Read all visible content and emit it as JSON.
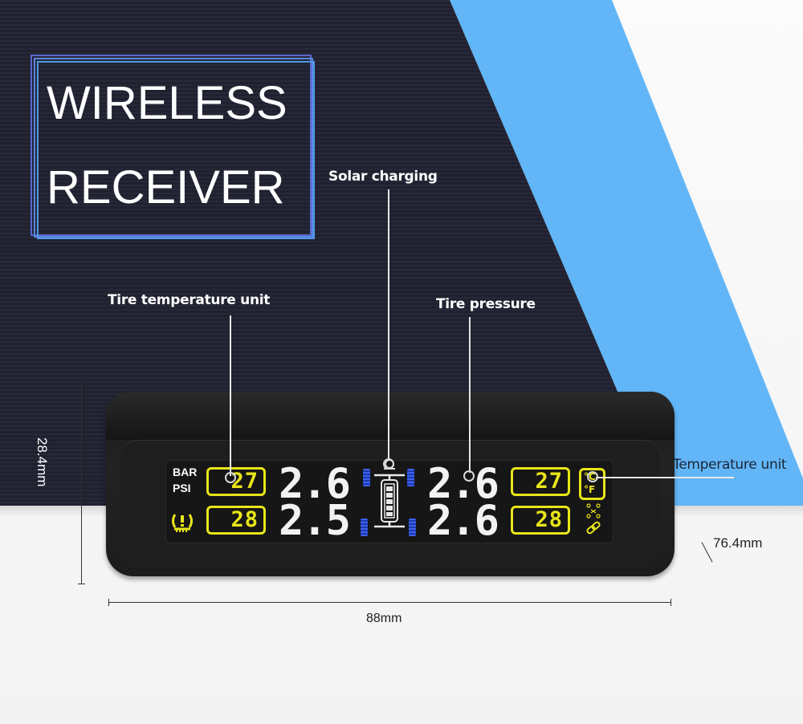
{
  "title": {
    "line1": "WIRELESS",
    "line2": "RECEIVER"
  },
  "callouts": {
    "solar_charging": "Solar charging",
    "tire_temperature_unit": "Tire temperature unit",
    "tire_pressure": "Tire pressure",
    "temperature_unit": "Temperature unit"
  },
  "display": {
    "pressure_units": [
      "BAR",
      "PSI"
    ],
    "temperatures": {
      "front_left": "27",
      "rear_left": "28",
      "front_right": "27",
      "rear_right": "28"
    },
    "pressures": {
      "front_left": "2.6",
      "rear_left": "2.5",
      "front_right": "2.6",
      "rear_right": "2.6"
    },
    "temp_unit_c": "°C",
    "temp_unit_f": "°F",
    "icons": [
      "tpms-warning-icon",
      "solar-icon",
      "battery-icon",
      "car-tires-icon",
      "sensor-pairing-icon",
      "link-icon"
    ]
  },
  "dimensions": {
    "height": "28.4mm",
    "width": "88mm",
    "depth": "76.4mm"
  },
  "colors": {
    "dark_bg": "#1f2130",
    "blue_band": "#62b6f7",
    "lcd_yellow": "#e8e51a",
    "tire_blue": "#2f52d8",
    "frame_blue": "#5b77d6"
  }
}
